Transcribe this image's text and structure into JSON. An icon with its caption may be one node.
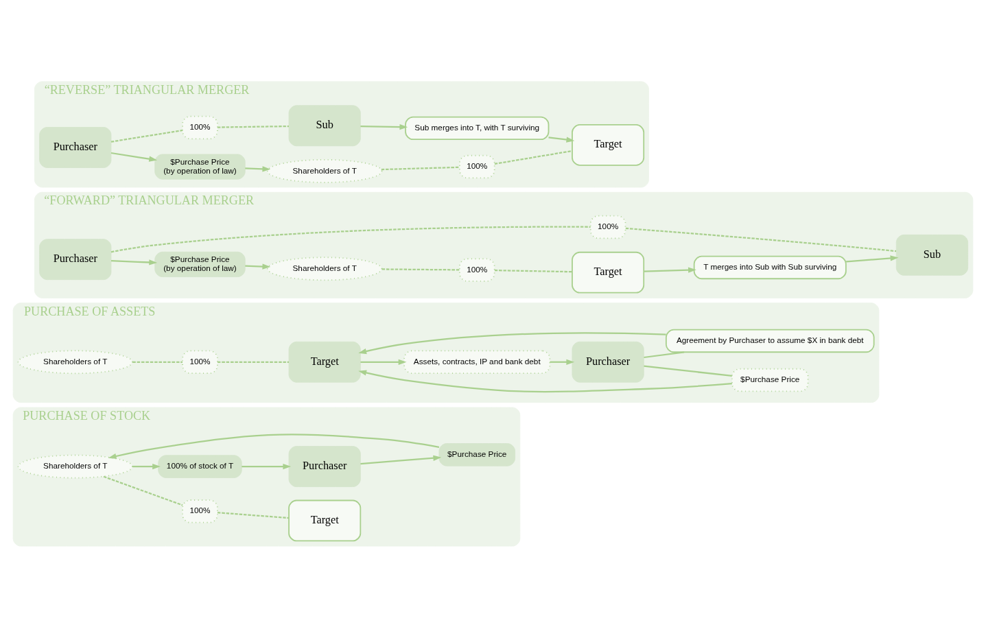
{
  "diagram": {
    "nodes": [
      {
        "text": [
          "PURCHASE OF STOCK"
        ]
      },
      {
        "text": [
          "Shareholders of T"
        ],
        "in": 0
      },
      {
        "text": [
          "$Purchase Price"
        ],
        "in": 0
      },
      {
        "text": [
          "100%"
        ],
        "in": 0
      },
      {
        "text": [
          "100% of stock of T"
        ],
        "in": 0
      },
      {
        "text": [
          "Purchaser"
        ],
        "in": 0
      },
      {
        "text": [
          "Target"
        ],
        "in": 0
      },
      {
        "text": [
          "PURCHASE OF ASSETS"
        ]
      },
      {
        "text": [
          "Shareholders of T"
        ],
        "in": 7
      },
      {
        "text": [
          "100%"
        ],
        "in": 7
      },
      {
        "text": [
          "Purchaser"
        ],
        "in": 7
      },
      {
        "text": [
          "$Purchase Price"
        ],
        "in": 7
      },
      {
        "text": [
          "Agreement by Purchaser to assume $X in bank debt"
        ],
        "in": 7
      },
      {
        "text": [
          "Assets, contracts, IP and bank debt"
        ],
        "in": 7
      },
      {
        "text": [
          "Target"
        ],
        "in": 7
      },
      {
        "text": [
          "“FORWARD” TRIANGULAR MERGER"
        ]
      },
      {
        "text": [
          "Purchaser"
        ],
        "in": 15
      },
      {
        "text": [
          "$Purchase Price",
          "(by operation of law)"
        ],
        "in": 15
      },
      {
        "text": [
          "Shareholders of T"
        ],
        "in": 15
      },
      {
        "text": [
          "100%"
        ],
        "in": 15
      },
      {
        "text": [
          "100%"
        ],
        "in": 15
      },
      {
        "text": [
          "Sub"
        ],
        "in": 15
      },
      {
        "text": [
          "T merges into Sub with Sub surviving"
        ],
        "in": 15
      },
      {
        "text": [
          "Target"
        ],
        "in": 15
      },
      {
        "text": [
          "“REVERSE” TRIANGULAR MERGER"
        ]
      },
      {
        "text": [
          "Purchaser"
        ],
        "in": 24
      },
      {
        "text": [
          "$Purchase Price",
          "(by operation of law)"
        ],
        "in": 24
      },
      {
        "text": [
          "Shareholders of T"
        ],
        "in": 24
      },
      {
        "text": [
          "100%"
        ],
        "in": 24
      },
      {
        "text": [
          "100%"
        ],
        "in": 24
      },
      {
        "text": [
          "Sub"
        ],
        "in": 24
      },
      {
        "text": [
          "Sub merges into T, with T surviving"
        ],
        "in": 24
      },
      {
        "text": [
          "Target"
        ],
        "in": 24
      }
    ],
    "edges": [
      {
        "from": 5,
        "to": 2,
        "arrow": "to"
      },
      {
        "from": 2,
        "to": 1,
        "arrow": "to"
      },
      {
        "from": 1,
        "to": 4,
        "arrow": "to"
      },
      {
        "from": 4,
        "to": 5,
        "arrow": "to"
      },
      {
        "from": 1,
        "to": 3,
        "arrow": "none",
        "style": "dashed"
      },
      {
        "from": 3,
        "to": 6,
        "arrow": "none",
        "style": "dashed"
      },
      {
        "from": 8,
        "to": 9,
        "arrow": "none",
        "style": "dashed"
      },
      {
        "from": 9,
        "to": 14,
        "arrow": "none",
        "style": "dashed"
      },
      {
        "from": 10,
        "to": 11,
        "arrow": "none"
      },
      {
        "from": 11,
        "to": 14,
        "arrow": "to"
      },
      {
        "from": 10,
        "to": 12,
        "arrow": "none"
      },
      {
        "from": 12,
        "to": 14,
        "arrow": "to"
      },
      {
        "from": 14,
        "to": 13,
        "arrow": "to"
      },
      {
        "from": 13,
        "to": 10,
        "arrow": "to"
      },
      {
        "from": 16,
        "to": 17,
        "arrow": "to"
      },
      {
        "from": 17,
        "to": 18,
        "arrow": "to"
      },
      {
        "from": 16,
        "to": 19,
        "arrow": "none",
        "style": "dashed"
      },
      {
        "from": 19,
        "to": 21,
        "arrow": "none",
        "style": "dashed"
      },
      {
        "from": 18,
        "to": 20,
        "arrow": "none",
        "style": "dashed"
      },
      {
        "from": 20,
        "to": 23,
        "arrow": "none",
        "style": "dashed"
      },
      {
        "from": 23,
        "to": 22,
        "arrow": "to"
      },
      {
        "from": 22,
        "to": 21,
        "arrow": "to"
      },
      {
        "from": 25,
        "to": 26,
        "arrow": "to"
      },
      {
        "from": 26,
        "to": 27,
        "arrow": "to"
      },
      {
        "from": 25,
        "to": 28,
        "arrow": "none",
        "style": "dashed"
      },
      {
        "from": 28,
        "to": 30,
        "arrow": "none",
        "style": "dashed"
      },
      {
        "from": 27,
        "to": 29,
        "arrow": "none",
        "style": "dashed"
      },
      {
        "from": 29,
        "to": 32,
        "arrow": "none",
        "style": "dashed"
      },
      {
        "from": 30,
        "to": 31,
        "arrow": "to"
      },
      {
        "from": 31,
        "to": 32,
        "arrow": "to"
      }
    ]
  }
}
